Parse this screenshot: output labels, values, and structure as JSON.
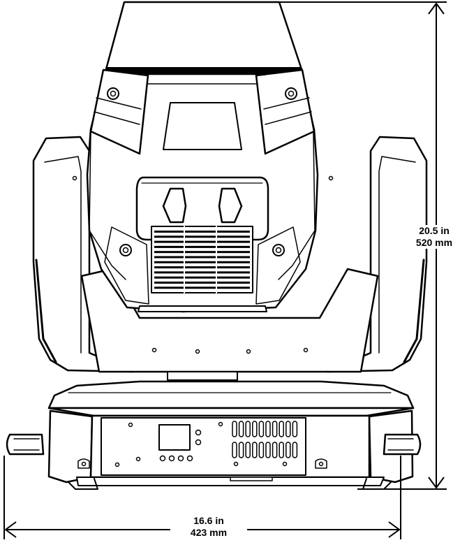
{
  "dimensions": {
    "height": {
      "imperial": "20.5 in",
      "metric": "520 mm"
    },
    "width": {
      "imperial": "16.6 in",
      "metric": "423 mm"
    }
  },
  "colors": {
    "line": "#000000",
    "fill": "#ffffff"
  }
}
